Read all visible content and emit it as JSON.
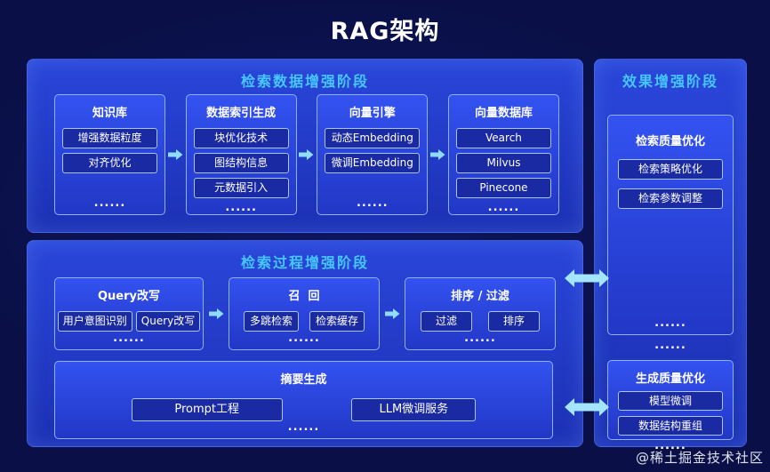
{
  "page": {
    "title": "RAG架构",
    "watermark": "@稀土掘金技术社区"
  },
  "colors": {
    "background": "#0a1047",
    "panel_top": "#2a46da",
    "panel_bottom": "#1c30b4",
    "card_border": "#8fb3ff",
    "item_bg": "#1a2aa2",
    "item_border": "#a9c6ff",
    "stage_title": "#46c8ff",
    "arrow": "#8fdcff",
    "double_arrow": "#a3e4ff",
    "text": "#ffffff"
  },
  "icons": {
    "arrow_right": "➤",
    "arrow_double": "⇄"
  },
  "stage1": {
    "title": "检索数据增强阶段",
    "columns": [
      {
        "title": "知识库",
        "items": [
          "增强数据粒度",
          "对齐优化"
        ],
        "dots": "......"
      },
      {
        "title": "数据索引生成",
        "items": [
          "块优化技术",
          "图结构信息",
          "元数据引入"
        ],
        "dots": "......"
      },
      {
        "title": "向量引擎",
        "items": [
          "动态Embedding",
          "微调Embedding"
        ],
        "dots": "......"
      },
      {
        "title": "向量数据库",
        "items": [
          "Vearch",
          "Milvus",
          "Pinecone"
        ],
        "dots": "......"
      }
    ]
  },
  "stage2": {
    "title": "检索过程增强阶段",
    "groups": [
      {
        "title": "Query改写",
        "items": [
          "用户意图识别",
          "Query改写"
        ],
        "dots": "......"
      },
      {
        "title": "召  回",
        "items": [
          "多跳检索",
          "检索缓存"
        ],
        "dots": "......"
      },
      {
        "title": "排序 / 过滤",
        "items": [
          "过滤",
          "排序"
        ],
        "dots": "......"
      }
    ],
    "summary": {
      "title": "摘要生成",
      "items": [
        "Prompt工程",
        "LLM微调服务"
      ],
      "dots": "......"
    }
  },
  "stage3": {
    "title": "效果增强阶段",
    "cards": [
      {
        "title": "检索质量优化",
        "items": [
          "检索策略优化",
          "检索参数调整"
        ],
        "dots": "......"
      },
      {
        "title": "生成质量优化",
        "items": [
          "模型微调",
          "数据结构重组"
        ],
        "dots": "......"
      }
    ],
    "dots": "......"
  }
}
